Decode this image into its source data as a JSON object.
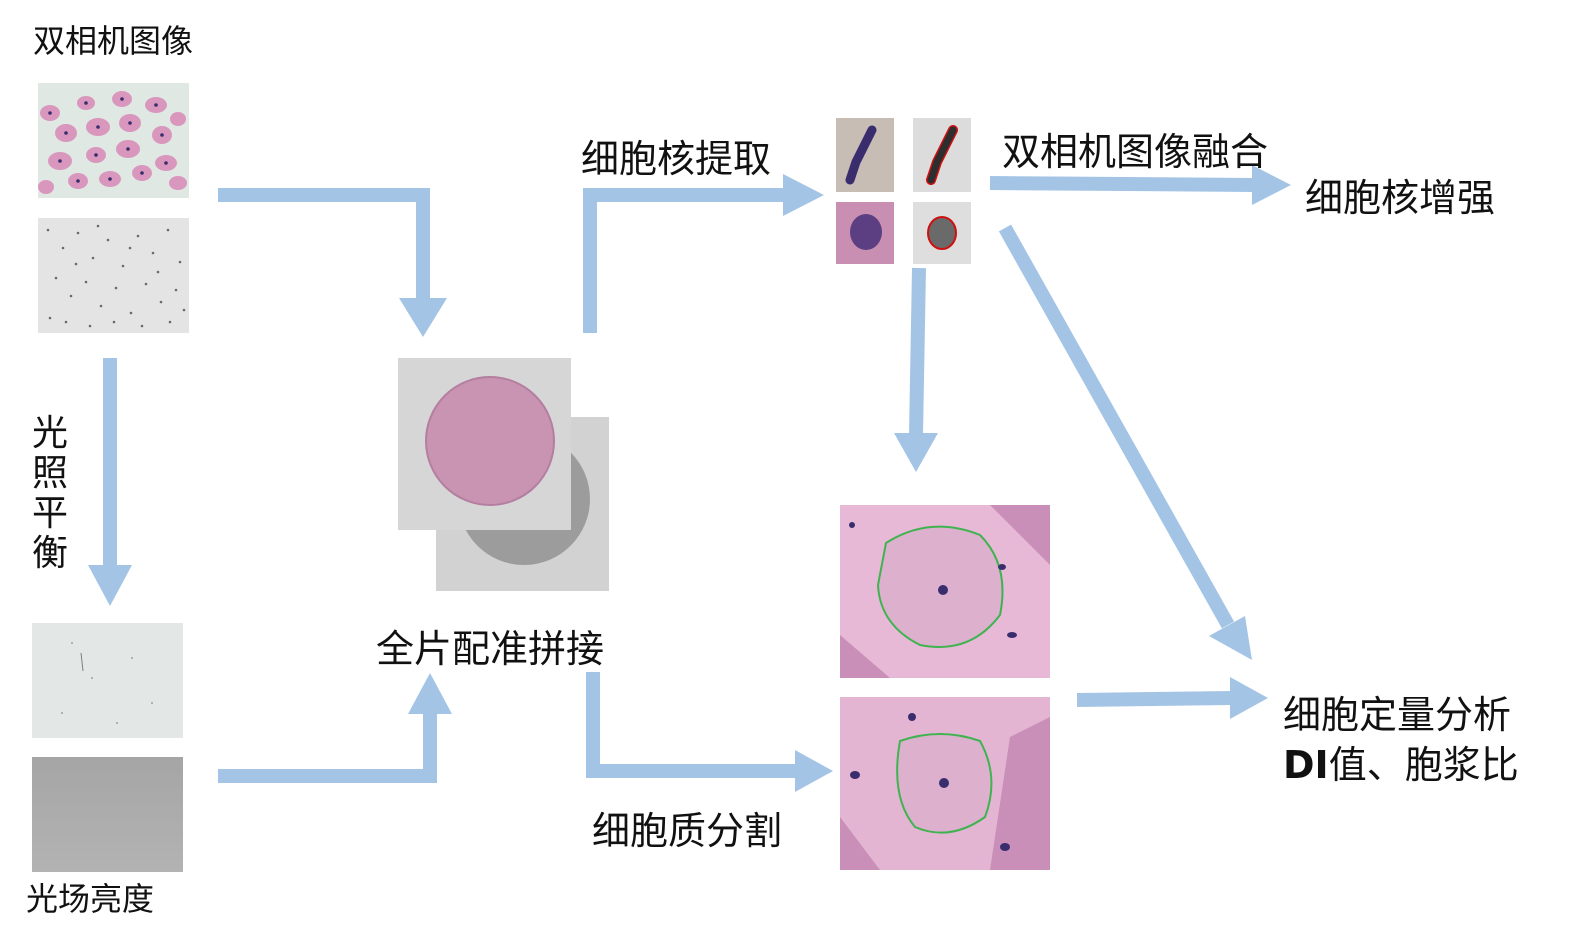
{
  "labels": {
    "dual_camera_images": "双相机图像",
    "illumination_balance": [
      "光",
      "照",
      "平",
      "衡"
    ],
    "light_field_brightness": "光场亮度",
    "stitching": "全片配准拼接",
    "nucleus_extraction": "细胞核提取",
    "dual_camera_fusion": "双相机图像融合",
    "nucleus_enhancement": "细胞核增强",
    "cytoplasm_segmentation": "细胞质分割",
    "quant_line1": "细胞定量分析",
    "quant_line2_bold": "DI",
    "quant_line2_rest": "值、胞浆比"
  },
  "colors": {
    "arrow": "#a4c4e6",
    "stain_pink": "#d98fba",
    "nucleus_dark": "#3a2d6e",
    "contour_red": "#d01010",
    "contour_green": "#3fb34f",
    "slide_gray": "#d4d4d4"
  }
}
